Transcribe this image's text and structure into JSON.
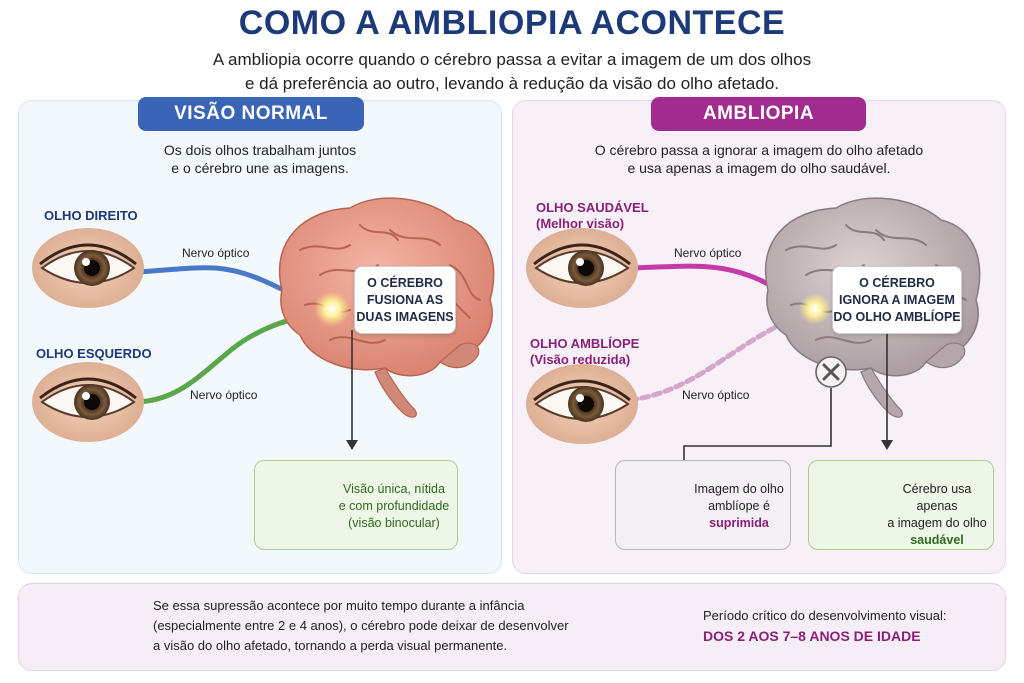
{
  "header": {
    "title": "COMO A AMBLIOPIA ACONTECE",
    "subtitle_line1": "A ambliopia ocorre quando o cérebro passa a evitar a imagem de um dos olhos",
    "subtitle_line2": "e dá preferência ao outro, levando à redução da visão do olho afetado."
  },
  "normal": {
    "badge": "VISÃO NORMAL",
    "desc_line1": "Os dois olhos trabalham juntos",
    "desc_line2": "e o cérebro une as imagens.",
    "right_eye_label": "OLHO DIREITO",
    "left_eye_label": "OLHO ESQUERDO",
    "nerve_top": "Nervo óptico",
    "nerve_bottom": "Nervo óptico",
    "callout_l1": "O CÉREBRO",
    "callout_l2": "FUSIONA AS",
    "callout_l3": "DUAS IMAGENS",
    "result_l1": "Visão única, nítida",
    "result_l2": "e com profundidade",
    "result_l3": "(visão binocular)"
  },
  "amblyopia": {
    "badge": "AMBLIOPIA",
    "desc_line1": "O cérebro passa a ignorar a imagem do olho afetado",
    "desc_line2": "e usa apenas a imagem do olho saudável.",
    "healthy_label": "OLHO SAUDÁVEL",
    "healthy_sub": "(Melhor visão)",
    "amblyopic_label": "OLHO AMBLÍOPE",
    "amblyopic_sub": "(Visão reduzida)",
    "nerve_top": "Nervo óptico",
    "nerve_bottom": "Nervo óptico",
    "callout_l1": "O CÉREBRO",
    "callout_l2": "IGNORA A IMAGEM",
    "callout_l3": "DO OLHO AMBLÍOPE",
    "suppressed_l1": "Imagem do olho",
    "suppressed_l2": "amblíope é",
    "suppressed_l3": "suprimida",
    "healthy_result_l1": "Cérebro usa apenas",
    "healthy_result_l2": "a imagem do olho",
    "healthy_result_l3": "saudável"
  },
  "footer": {
    "text_l1": "Se essa supressão acontece por muito tempo durante a infância",
    "text_l2": "(especialmente entre 2 e 4 anos), o cérebro pode deixar de desenvolver",
    "text_l3": "a visão do olho afetado, tornando a perda visual permanente.",
    "critical_label": "Período crítico do desenvolvimento visual:",
    "critical_value": "DOS 2 AOS 7–8 ANOS DE IDADE"
  },
  "icons": {
    "lightbulb": "lightbulb-icon",
    "calendar": "calendar-icon",
    "suppress": "x-circle-icon",
    "landscape": "landscape-icon",
    "eye": "eye-icon",
    "brain": "brain-icon"
  },
  "colors": {
    "title": "#1d3a78",
    "normal_accent": "#3a64b5",
    "amblyopia_accent": "#a12b8e",
    "nerve_right": "#4a78c8",
    "nerve_left": "#5aa64a",
    "nerve_healthy": "#c43aa8",
    "nerve_amblyopic": "#d4a6cc"
  }
}
